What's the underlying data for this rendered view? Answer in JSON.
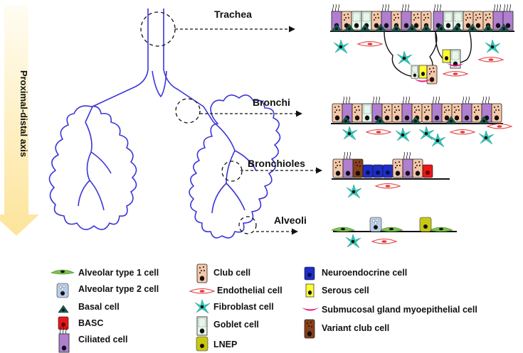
{
  "axis_label": "Proximal-distal axis",
  "regions": {
    "trachea": "Trachea",
    "bronchi": "Bronchi",
    "bronchioles": "Bronchioles",
    "alveoli": "Alveoli"
  },
  "legend": [
    {
      "label": "Alveolar type 1 cell",
      "icon": "alveolar-type-1-icon"
    },
    {
      "label": "Alveolar type 2 cell",
      "icon": "alveolar-type-2-icon"
    },
    {
      "label": "Basal cell",
      "icon": "basal-cell-icon"
    },
    {
      "label": "BASC",
      "icon": "basc-icon"
    },
    {
      "label": "Ciliated cell",
      "icon": "ciliated-cell-icon"
    },
    {
      "label": "Club cell",
      "icon": "club-cell-icon"
    },
    {
      "label": "Endothelial cell",
      "icon": "endothelial-cell-icon"
    },
    {
      "label": "Fibroblast cell",
      "icon": "fibroblast-cell-icon"
    },
    {
      "label": "Goblet cell",
      "icon": "goblet-cell-icon"
    },
    {
      "label": "LNEP",
      "icon": "lnep-icon"
    },
    {
      "label": "Neuroendocrine cell",
      "icon": "neuroendocrine-cell-icon"
    },
    {
      "label": "Serous cell",
      "icon": "serous-cell-icon"
    },
    {
      "label": "Submucosal gland myoepithelial cell",
      "icon": "myoepithelial-cell-icon"
    },
    {
      "label": "Variant club cell",
      "icon": "variant-club-cell-icon"
    }
  ],
  "colors": {
    "lung_outline": "#3a35d8",
    "axis_arrow": "#fde49a",
    "club": "#f6c7a8",
    "ciliated": "#b07fd0",
    "basal": "#1c5c50",
    "fibroblast": "#2cc9b8",
    "endothelial": "#e23a3a",
    "goblet": "#e6f6ea",
    "neuroendocrine": "#1e2ec8",
    "basc": "#e81818",
    "variant_club": "#8a3f16",
    "serous": "#ffff33",
    "lnep": "#c8c814",
    "at1": "#7cc24c",
    "at2": "#b8cde8",
    "myoepithelial": "#e6127a"
  }
}
